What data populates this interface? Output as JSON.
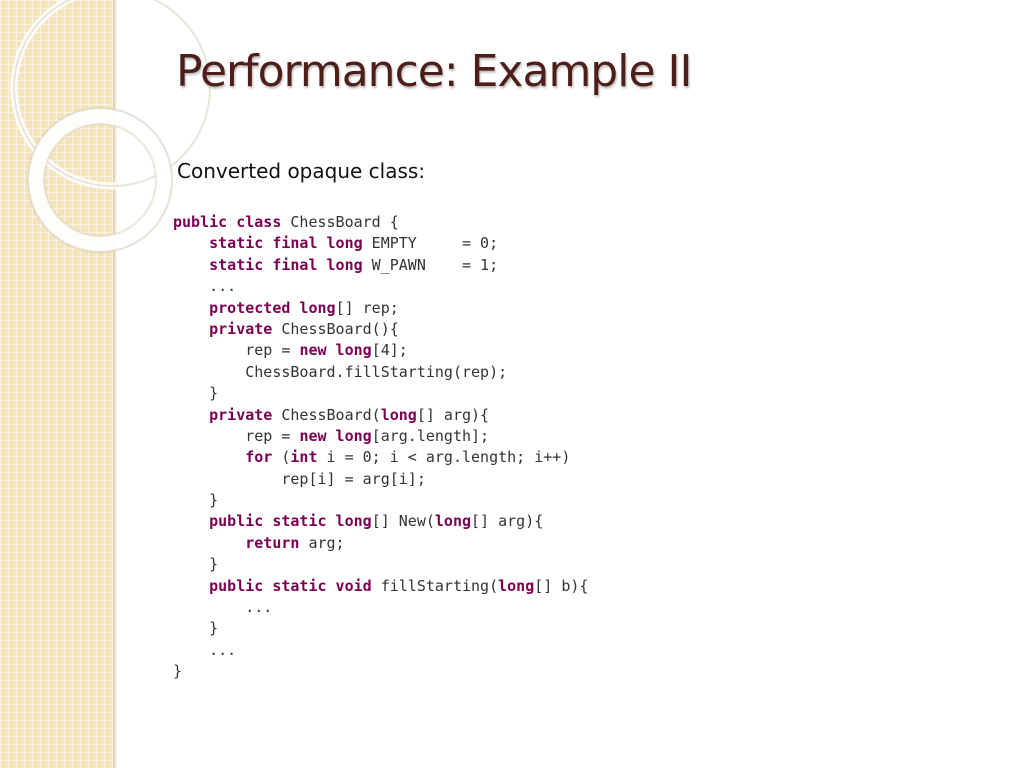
{
  "slide": {
    "title": "Performance: Example II",
    "subtitle": "Converted opaque class:"
  },
  "theme": {
    "title_color": "#4e1f1a",
    "keyword_color": "#7b0052",
    "code_color": "#333333",
    "band_color": "#f3e4bd"
  },
  "code": [
    [
      {
        "t": "public class",
        "k": true
      },
      {
        "t": " ChessBoard {"
      }
    ],
    [
      {
        "t": "    "
      },
      {
        "t": "static final long",
        "k": true
      },
      {
        "t": " EMPTY     = 0;"
      }
    ],
    [
      {
        "t": "    "
      },
      {
        "t": "static final long",
        "k": true
      },
      {
        "t": " W_PAWN    = 1;"
      }
    ],
    [
      {
        "t": "    ..."
      }
    ],
    [
      {
        "t": "    "
      },
      {
        "t": "protected long",
        "k": true
      },
      {
        "t": "[] rep;"
      }
    ],
    [
      {
        "t": "    "
      },
      {
        "t": "private",
        "k": true
      },
      {
        "t": " ChessBoard(){"
      }
    ],
    [
      {
        "t": "        rep = "
      },
      {
        "t": "new long",
        "k": true
      },
      {
        "t": "[4];"
      }
    ],
    [
      {
        "t": "        ChessBoard.fillStarting(rep);"
      }
    ],
    [
      {
        "t": "    }"
      }
    ],
    [
      {
        "t": "    "
      },
      {
        "t": "private",
        "k": true
      },
      {
        "t": " ChessBoard("
      },
      {
        "t": "long",
        "k": true
      },
      {
        "t": "[] arg){"
      }
    ],
    [
      {
        "t": "        rep = "
      },
      {
        "t": "new long",
        "k": true
      },
      {
        "t": "[arg.length];"
      }
    ],
    [
      {
        "t": "        "
      },
      {
        "t": "for",
        "k": true
      },
      {
        "t": " ("
      },
      {
        "t": "int",
        "k": true
      },
      {
        "t": " i = 0; i < arg.length; i++)"
      }
    ],
    [
      {
        "t": "            rep[i] = arg[i];"
      }
    ],
    [
      {
        "t": "    }"
      }
    ],
    [
      {
        "t": "    "
      },
      {
        "t": "public static long",
        "k": true
      },
      {
        "t": "[] New("
      },
      {
        "t": "long",
        "k": true
      },
      {
        "t": "[] arg){"
      }
    ],
    [
      {
        "t": "        "
      },
      {
        "t": "return",
        "k": true
      },
      {
        "t": " arg;"
      }
    ],
    [
      {
        "t": "    }"
      }
    ],
    [
      {
        "t": "    "
      },
      {
        "t": "public static void",
        "k": true
      },
      {
        "t": " fillStarting("
      },
      {
        "t": "long",
        "k": true
      },
      {
        "t": "[] b){"
      }
    ],
    [
      {
        "t": "        ..."
      }
    ],
    [
      {
        "t": "    }"
      }
    ],
    [
      {
        "t": "    ..."
      }
    ],
    [
      {
        "t": "}"
      }
    ]
  ]
}
